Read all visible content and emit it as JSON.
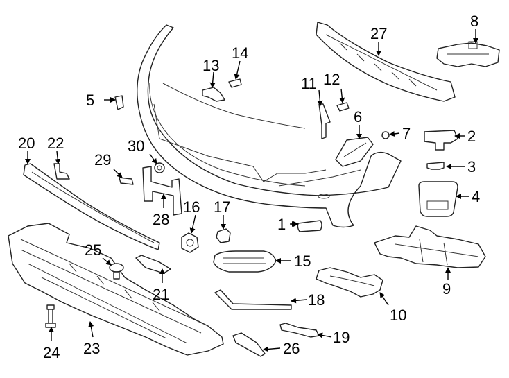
{
  "diagram": {
    "callouts": {
      "1": "1",
      "2": "2",
      "3": "3",
      "4": "4",
      "5": "5",
      "6": "6",
      "7": "7",
      "8": "8",
      "9": "9",
      "10": "10",
      "11": "11",
      "12": "12",
      "13": "13",
      "14": "14",
      "15": "15",
      "16": "16",
      "17": "17",
      "18": "18",
      "19": "19",
      "20": "20",
      "21": "21",
      "22": "22",
      "23": "23",
      "24": "24",
      "25": "25",
      "26": "26",
      "27": "27",
      "28": "28",
      "29": "29",
      "30": "30"
    }
  }
}
